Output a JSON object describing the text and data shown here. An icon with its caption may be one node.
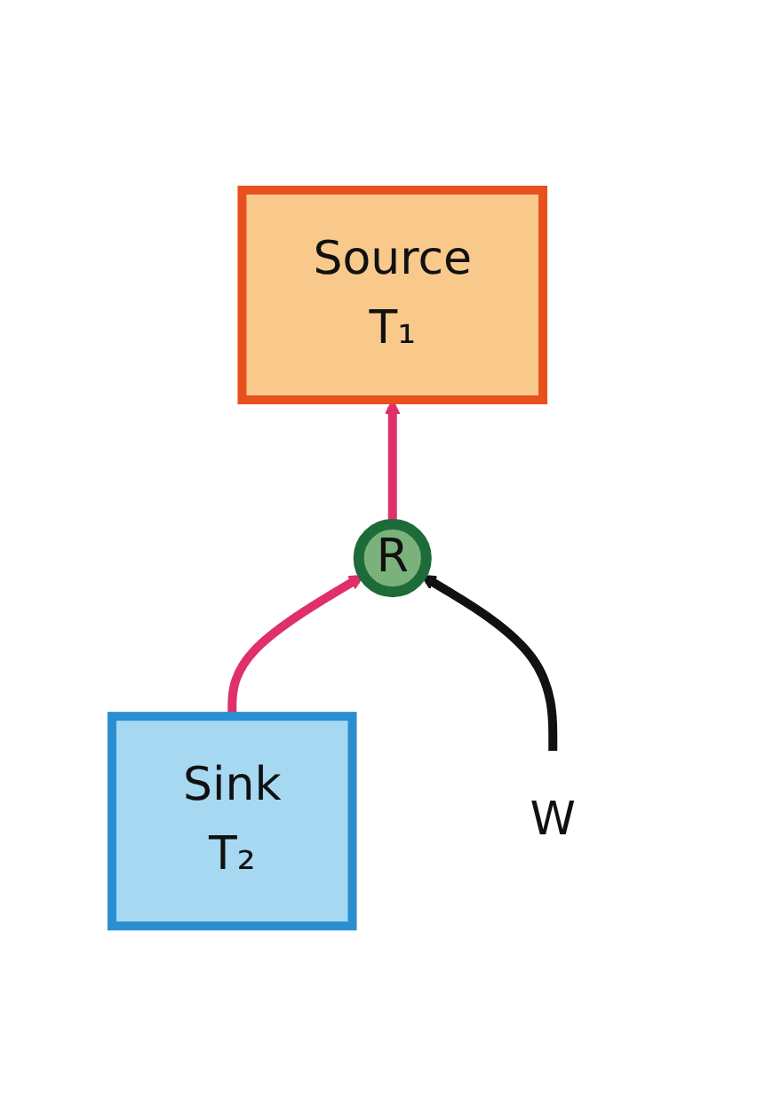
{
  "diagram": {
    "nodes": [
      {
        "text": [
          "Source",
          "T₁"
        ]
      },
      {
        "text": [
          "R"
        ]
      },
      {
        "text": [
          "W"
        ]
      },
      {
        "text": [
          "Sink",
          "T₂"
        ]
      }
    ],
    "edges": [
      {
        "from": 3,
        "to": 1,
        "arrow": "to"
      },
      {
        "from": 1,
        "to": 0,
        "arrow": "to"
      },
      {
        "from": 2,
        "to": 1,
        "arrow": "to",
        "color": "#111111"
      }
    ]
  }
}
